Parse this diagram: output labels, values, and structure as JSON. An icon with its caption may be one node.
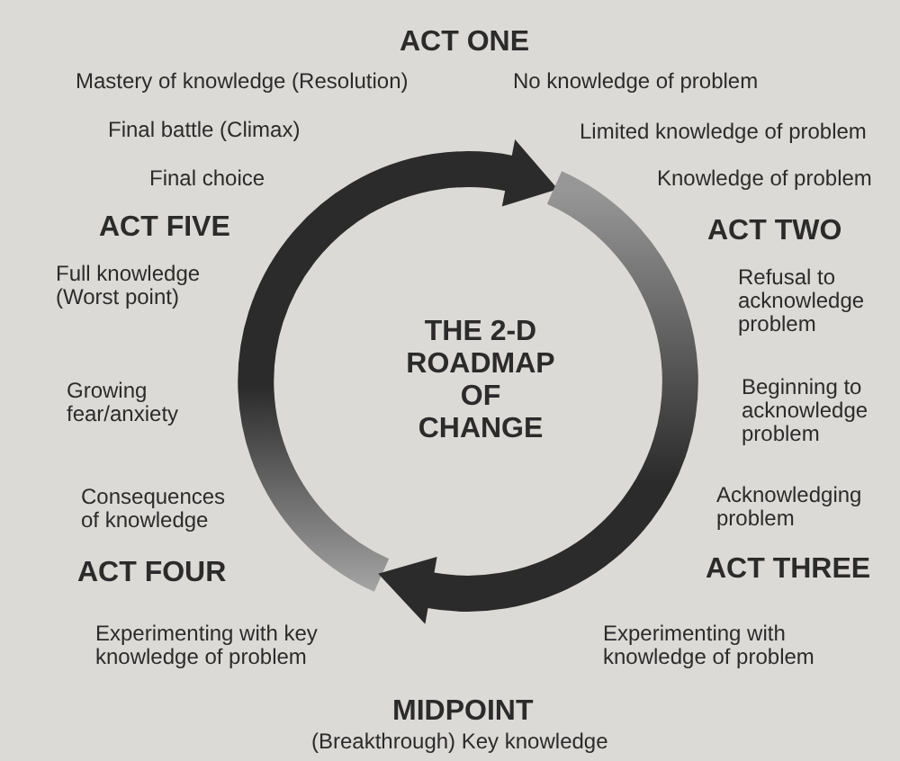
{
  "diagram": {
    "title": "THE 2-D ROADMAP OF CHANGE",
    "labels": [
      "ACT ONE",
      "Mastery of knowledge (Resolution)",
      "No knowledge of problem",
      "Final battle (Climax)",
      "Limited knowledge of problem",
      "Final choice",
      "Knowledge of problem",
      "ACT FIVE",
      "ACT TWO",
      "Full knowledge (Worst point)",
      "Refusal to acknowledge problem",
      "Growing fear/anxiety",
      "Beginning to acknowledge problem",
      "Consequences of knowledge",
      "Acknowledging problem",
      "ACT FOUR",
      "ACT THREE",
      "Experimenting with key knowledge of problem",
      "Experimenting with knowledge of problem",
      "MIDPOINT",
      "(Breakthrough) Key knowledge"
    ]
  }
}
